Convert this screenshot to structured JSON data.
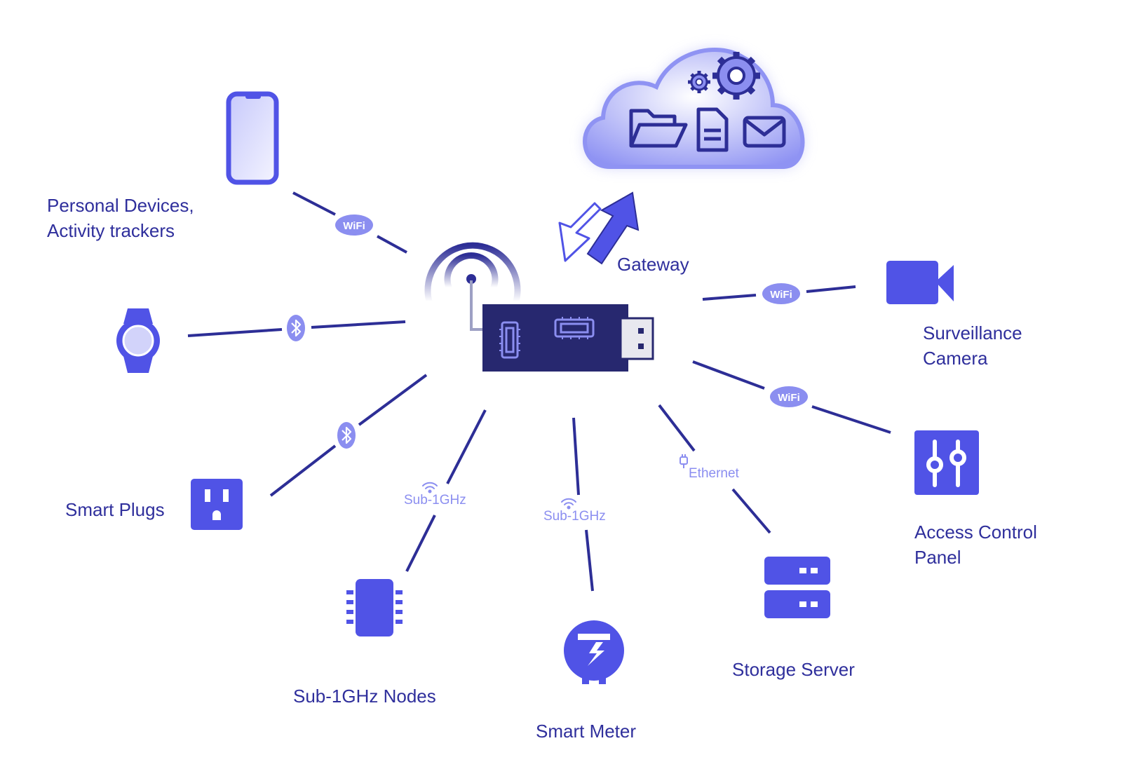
{
  "gateway": {
    "label": "Gateway"
  },
  "devices": {
    "personal": {
      "line1": "Personal Devices,",
      "line2": "Activity trackers"
    },
    "smart_plugs": {
      "label": "Smart Plugs"
    },
    "sub_nodes": {
      "label": "Sub-1GHz Nodes"
    },
    "smart_meter": {
      "label": "Smart Meter"
    },
    "storage": {
      "label": "Storage Server"
    },
    "camera": {
      "line1": "Surveillance",
      "line2": "Camera"
    },
    "access": {
      "line1": "Access Control",
      "line2": "Panel"
    }
  },
  "protocols": {
    "wifi_badge": "WiFi",
    "sub1ghz": "Sub-1GHz",
    "ethernet": "Ethernet"
  },
  "icons": {
    "phone": "smartphone-icon",
    "watch": "smartwatch-icon",
    "plug": "power-outlet-icon",
    "chip": "microchip-icon",
    "meter": "smart-meter-icon",
    "server": "server-icon",
    "camera": "video-camera-icon",
    "panel": "control-panel-icon",
    "cloud": "cloud-icon",
    "dongle": "usb-gateway-icon"
  },
  "colors": {
    "accent": "#5053e6",
    "dark": "#2d2e96",
    "light": "#8b8ef0",
    "dongle": "#27286f"
  }
}
